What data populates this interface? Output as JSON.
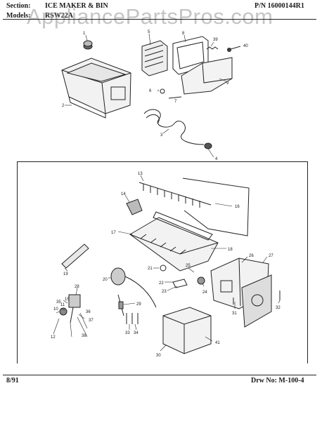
{
  "header": {
    "section_label": "Section:",
    "section_value": "ICE MAKER & BIN",
    "model_label": "Models:",
    "model_value": "RSW22A",
    "part_number": "P/N 16000144R1"
  },
  "watermark": "AppliancePartsPros.com",
  "footer": {
    "date": "8/91",
    "drawing_number": "Drw No: M-100-4"
  },
  "callouts": {
    "upper": [
      "1",
      "2",
      "3",
      "4",
      "5",
      "6",
      "7",
      "8",
      "9",
      "39",
      "40"
    ],
    "lower": [
      "10",
      "11",
      "12",
      "13",
      "14",
      "15",
      "16",
      "17",
      "18",
      "19",
      "20",
      "21",
      "22",
      "23",
      "24",
      "25",
      "26",
      "27",
      "28",
      "29",
      "30",
      "31",
      "32",
      "33",
      "34",
      "35",
      "36",
      "37",
      "38",
      "41"
    ]
  }
}
